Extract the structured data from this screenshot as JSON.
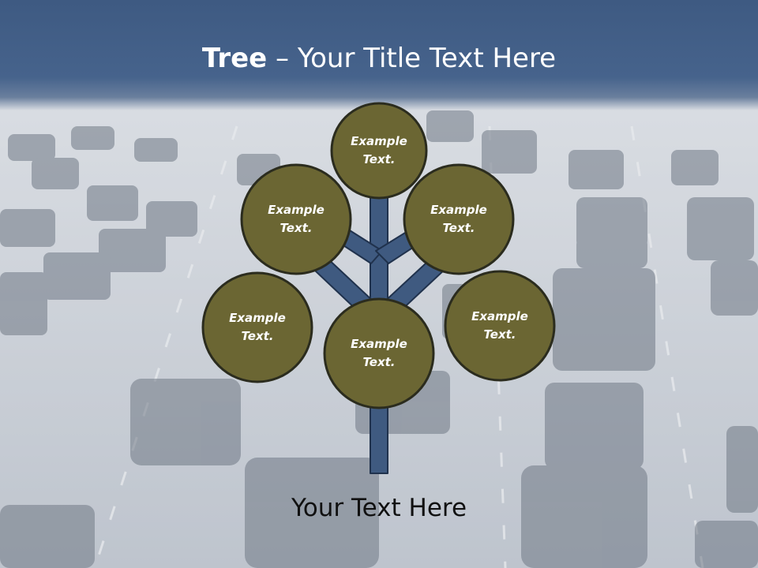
{
  "slide": {
    "title_bold": "Tree",
    "title_rest": " – Your Title Text Here",
    "footer_text": "Your Text Here"
  },
  "nodes": {
    "top": "Example\nText.",
    "upper_left": "Example\nText.",
    "upper_right": "Example\nText.",
    "lower_left": "Example\nText.",
    "center": "Example\nText.",
    "lower_right": "Example\nText."
  },
  "colors": {
    "header": "#46638c",
    "node_fill": "#6b6633",
    "node_stroke": "#2b2c1e",
    "trunk_fill": "#3f5a80",
    "trunk_stroke": "#20324d"
  }
}
